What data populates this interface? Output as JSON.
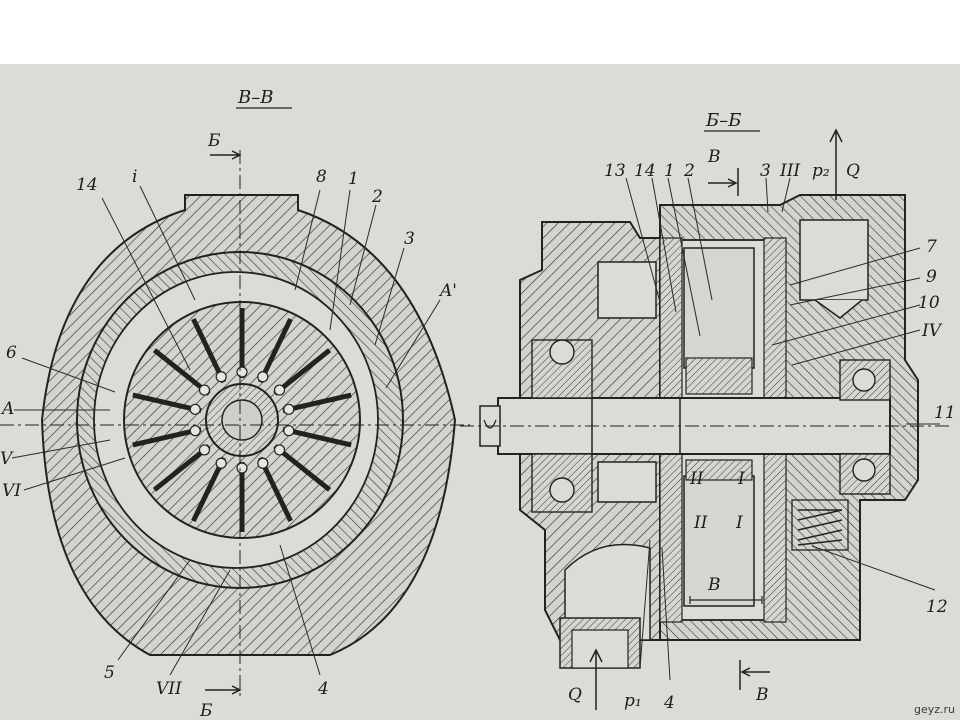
{
  "sections": {
    "left_title": "В–В",
    "right_title": "Б–Б"
  },
  "left_labels": [
    {
      "id": "14",
      "text": "14"
    },
    {
      "id": "i",
      "text": "i"
    },
    {
      "id": "8",
      "text": "8"
    },
    {
      "id": "1",
      "text": "1"
    },
    {
      "id": "2",
      "text": "2"
    },
    {
      "id": "3",
      "text": "3"
    },
    {
      "id": "A1",
      "text": "A'"
    },
    {
      "id": "6",
      "text": "6"
    },
    {
      "id": "A",
      "text": "A"
    },
    {
      "id": "V",
      "text": "V"
    },
    {
      "id": "VI",
      "text": "VI"
    },
    {
      "id": "5",
      "text": "5"
    },
    {
      "id": "VII",
      "text": "VII"
    },
    {
      "id": "4",
      "text": "4"
    },
    {
      "id": "B_top",
      "text": "Б"
    },
    {
      "id": "B_bot",
      "text": "Б"
    }
  ],
  "right_labels": [
    {
      "id": "13",
      "text": "13"
    },
    {
      "id": "14",
      "text": "14"
    },
    {
      "id": "1",
      "text": "1"
    },
    {
      "id": "2",
      "text": "2"
    },
    {
      "id": "3",
      "text": "3"
    },
    {
      "id": "III",
      "text": "III"
    },
    {
      "id": "p2",
      "text": "p₂"
    },
    {
      "id": "Q_top",
      "text": "Q"
    },
    {
      "id": "V_top",
      "text": "В"
    },
    {
      "id": "7",
      "text": "7"
    },
    {
      "id": "9",
      "text": "9"
    },
    {
      "id": "10",
      "text": "10"
    },
    {
      "id": "IV",
      "text": "IV"
    },
    {
      "id": "11",
      "text": "11"
    },
    {
      "id": "12",
      "text": "12"
    },
    {
      "id": "Q_bot",
      "text": "Q"
    },
    {
      "id": "p1",
      "text": "p₁"
    },
    {
      "id": "4",
      "text": "4"
    },
    {
      "id": "V_bot",
      "text": "В"
    },
    {
      "id": "B_dim",
      "text": "В"
    },
    {
      "id": "II1",
      "text": "II"
    },
    {
      "id": "I1",
      "text": "I"
    },
    {
      "id": "II2",
      "text": "II"
    },
    {
      "id": "I2",
      "text": "I"
    }
  ],
  "watermark": "geyz.ru",
  "colors": {
    "paper": "#dcdcd6",
    "ink": "#2a2a2a",
    "background": "#ffffff"
  }
}
